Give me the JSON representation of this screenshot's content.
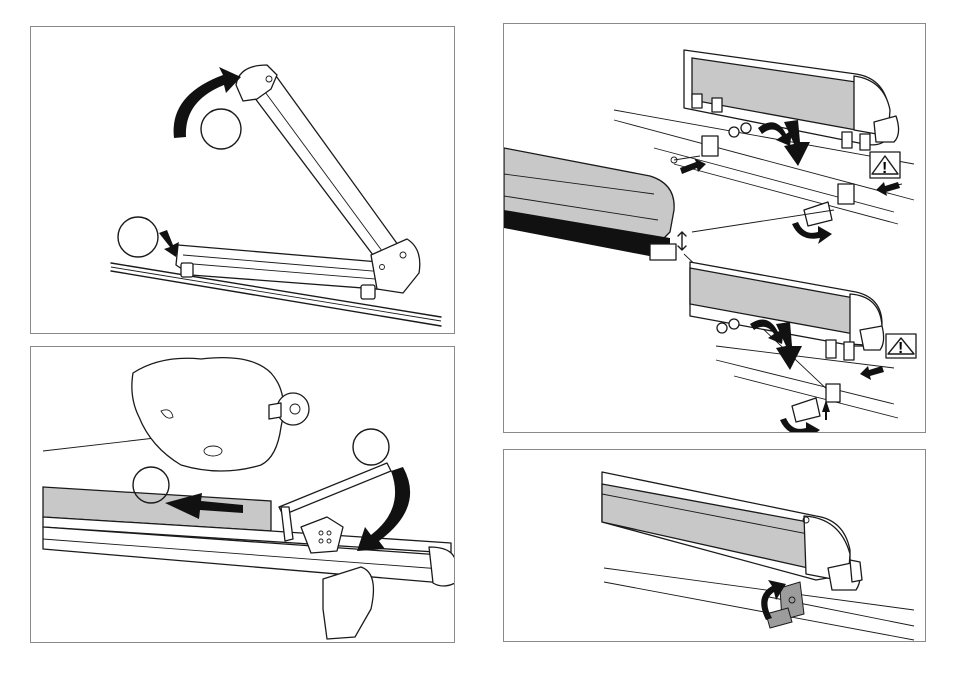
{
  "panels": [
    {
      "id": "p1",
      "step": "fold-open"
    },
    {
      "id": "p2",
      "step": "insert-key-and-slide"
    },
    {
      "id": "p3",
      "step": "mount-on-bars"
    },
    {
      "id": "p4",
      "step": "tighten-clamp"
    }
  ],
  "warning_symbol": "!",
  "colors": {
    "line": "#1a1a1a",
    "profile_fill": "#c8c8c8",
    "arrow_fill": "#111111",
    "frame": "#8a8a8a"
  }
}
